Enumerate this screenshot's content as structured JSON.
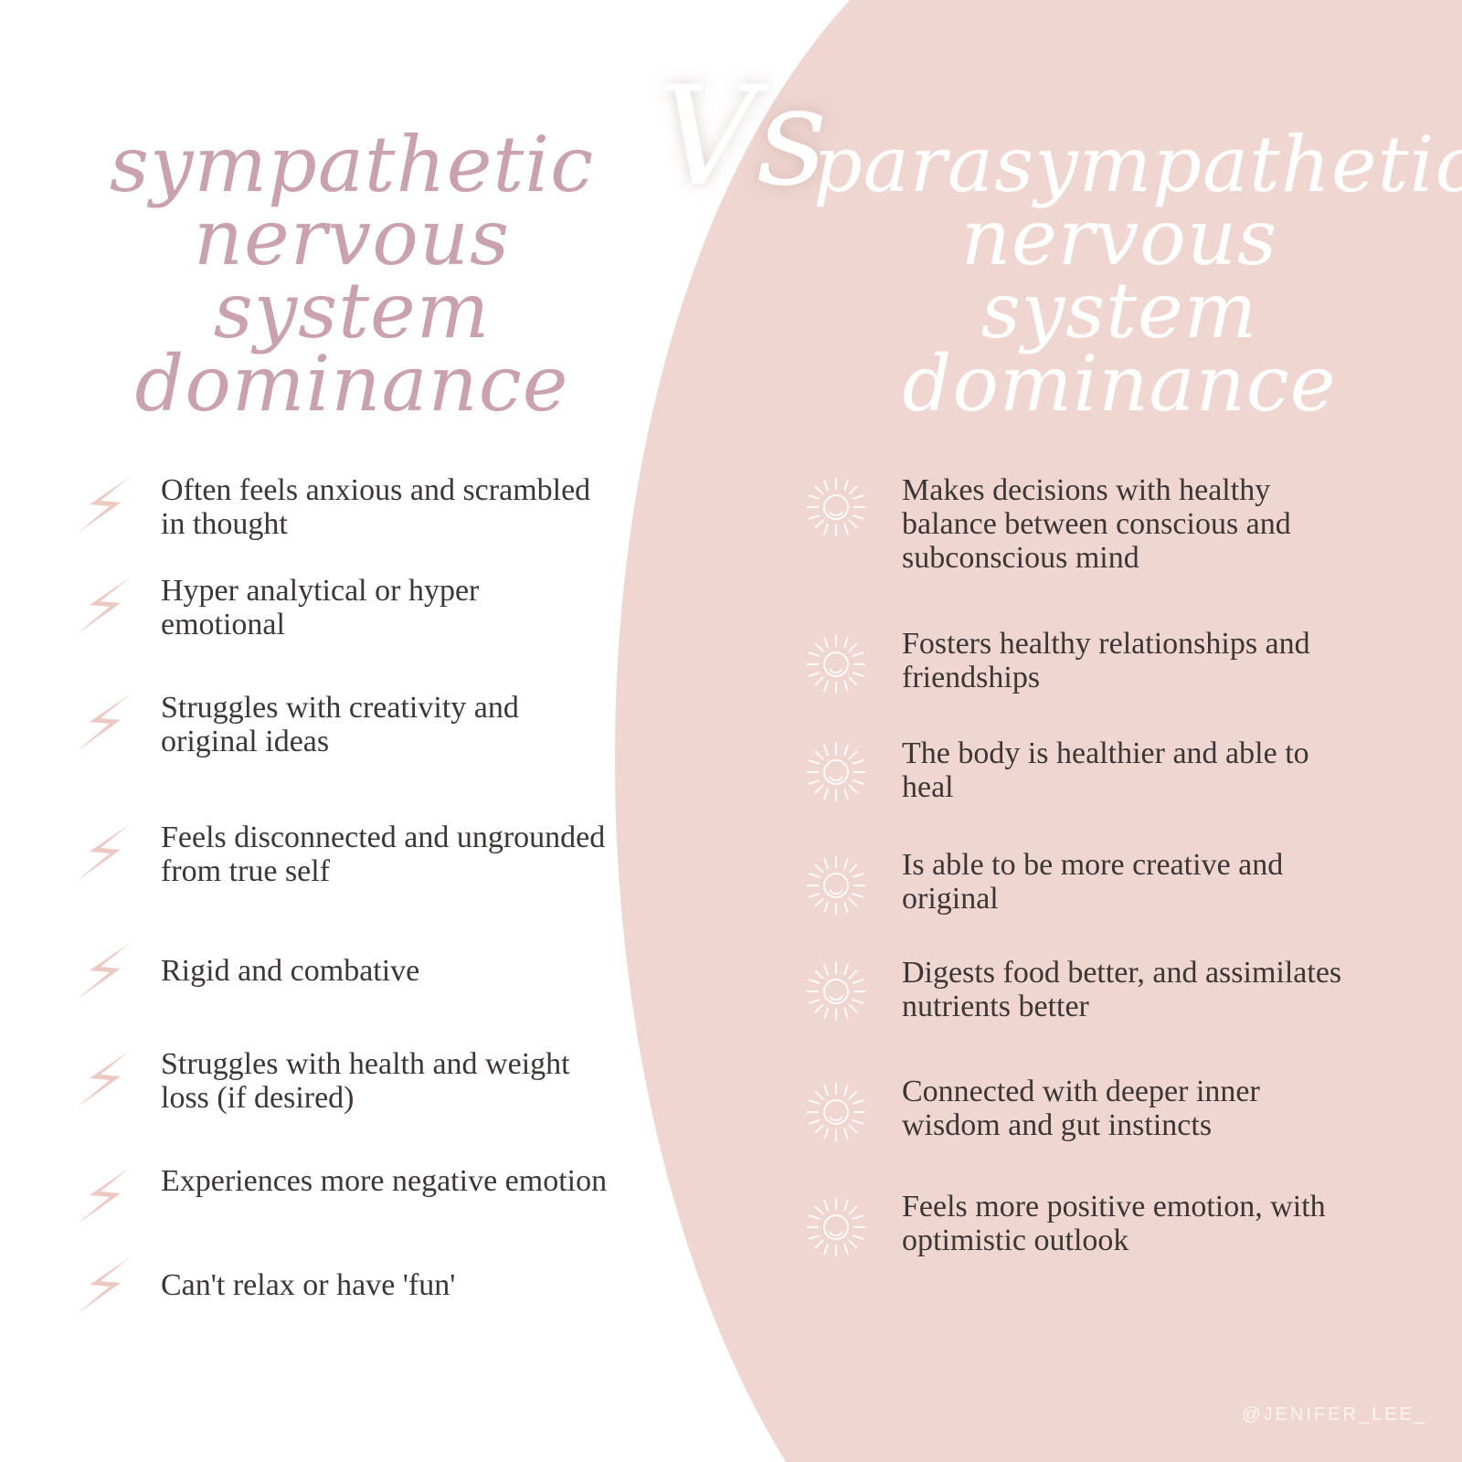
{
  "colors": {
    "background": "#ffffff",
    "panel": "#efd6d0",
    "title_left": "#c9a1af",
    "title_right": "#ffffff",
    "text": "#3d3636",
    "bolt": "#ecc9c2",
    "sun": "#ffffff"
  },
  "left": {
    "title_line1": "sympathetic",
    "title_line2": "nervous system",
    "title_line3": "dominance",
    "icon": "lightning-bolt-icon",
    "items": [
      {
        "text": "Often feels anxious and scrambled in thought"
      },
      {
        "text": "Hyper analytical or hyper emotional"
      },
      {
        "text": "Struggles with creativity and original ideas"
      },
      {
        "text": "Feels disconnected and ungrounded from true self"
      },
      {
        "text": "Rigid and combative"
      },
      {
        "text": "Struggles with health and weight loss (if desired)"
      },
      {
        "text": "Experiences more negative emotion"
      },
      {
        "text": "Can't relax or have 'fun'"
      }
    ]
  },
  "vs": "Vs",
  "right": {
    "title_line1": "parasympathetic",
    "title_line2": "nervous system",
    "title_line3": "dominance",
    "icon": "sun-icon",
    "items": [
      {
        "text": "Makes decisions with healthy balance between conscious and subconscious mind"
      },
      {
        "text": "Fosters healthy relationships and friendships"
      },
      {
        "text": "The body is healthier and able to heal"
      },
      {
        "text": "Is able to be more creative and original"
      },
      {
        "text": "Digests food better, and assimilates nutrients better"
      },
      {
        "text": "Connected with deeper inner wisdom and gut instincts"
      },
      {
        "text": "Feels more positive emotion, with optimistic outlook"
      }
    ]
  },
  "watermark": "@JENIFER_LEE_"
}
